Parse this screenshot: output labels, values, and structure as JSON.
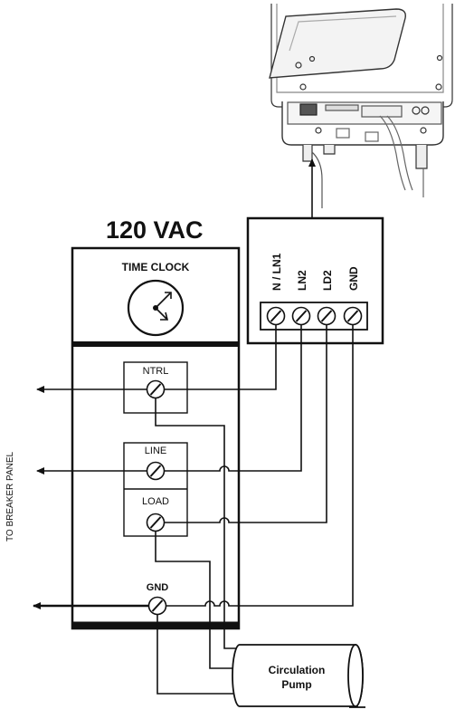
{
  "voltage_title": "120 VAC",
  "time_clock": {
    "title": "TIME CLOCK"
  },
  "heater_terminal_block": {
    "terminals": [
      "N / LN1",
      "LN2",
      "LD2",
      "GND"
    ]
  },
  "timer_terminals": {
    "neutral": "NTRL",
    "line": "LINE",
    "load": "LOAD",
    "ground": "GND"
  },
  "side_label": "TO BREAKER PANEL",
  "pump": {
    "line1": "Circulation",
    "line2": "Pump"
  }
}
